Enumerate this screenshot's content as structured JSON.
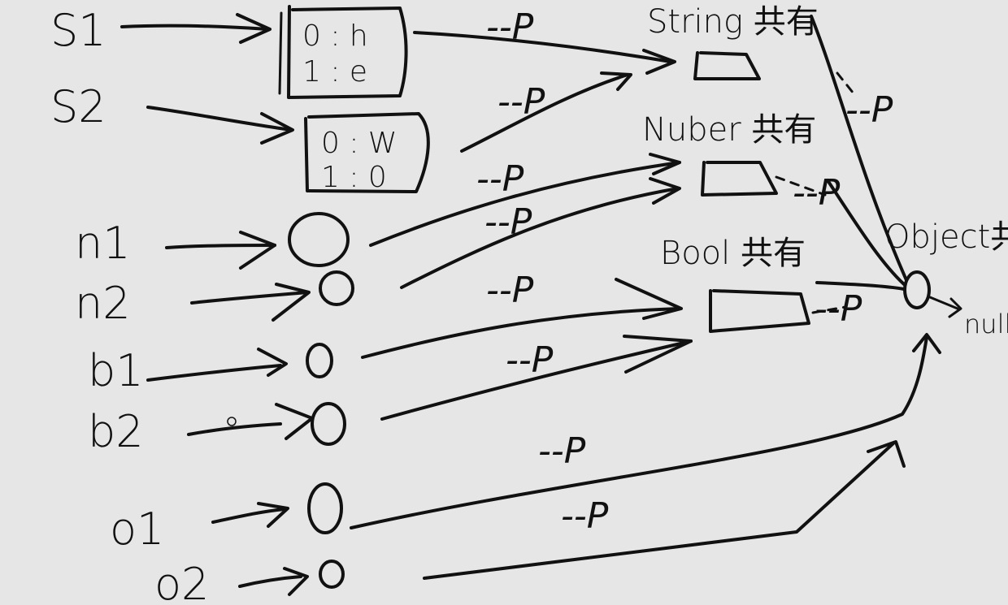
{
  "variables": {
    "s1": "S1",
    "s2": "S2",
    "n1": "n1",
    "n2": "n2",
    "b1": "b1",
    "b2": "b2",
    "o1": "o1",
    "o2": "o2"
  },
  "string_instances": {
    "s1": {
      "row0": "0 : h",
      "row1": "1 : e"
    },
    "s2": {
      "row0": "0 : W",
      "row1": "1 : 0"
    }
  },
  "shared_objects": {
    "string": "String 共有",
    "number": "Nuber 共有",
    "bool": "Bool 共有",
    "object": "Object共"
  },
  "labels": {
    "prototype": "--P",
    "null": "null"
  },
  "colors": {
    "background": "#e6e6e6",
    "ink": "#111111"
  }
}
